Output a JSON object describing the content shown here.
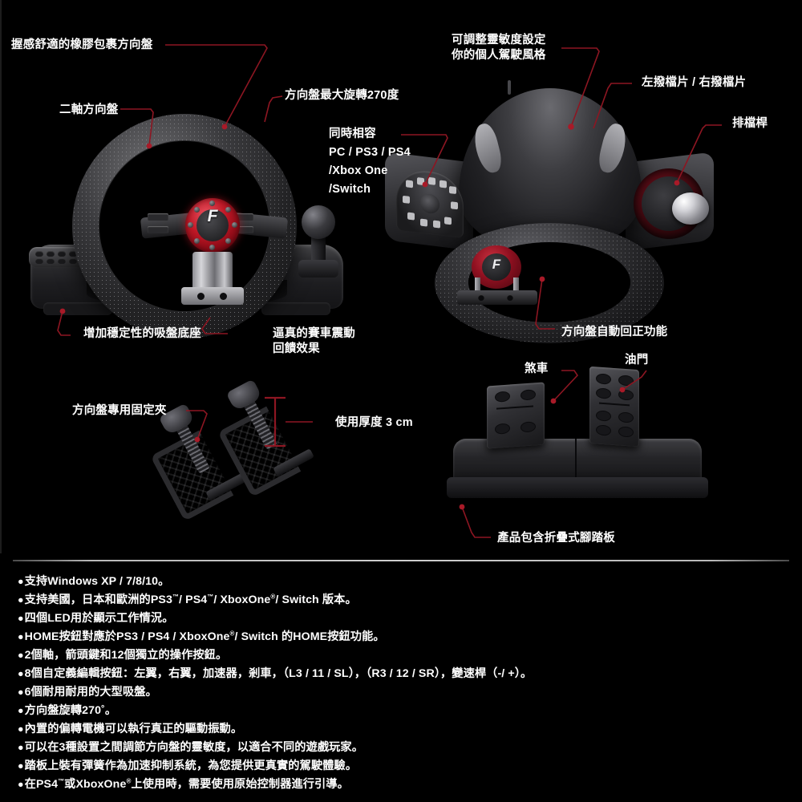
{
  "page": {
    "background_color": "#000000",
    "text_color": "#ffffff",
    "leader_line_color": "#8d1622",
    "accent_red": "#c01826"
  },
  "callouts": {
    "rubber_grip": "握感舒適的橡膠包裹方向盤",
    "two_axis": "二軸方向盤",
    "max_rotation": "方向盤最大旋轉270度",
    "compatibility_title": "同時相容",
    "compatibility_line1": "PC / PS3 / PS4",
    "compatibility_line2": "/Xbox One",
    "compatibility_line3": "/Switch",
    "sensitivity": "可調整靈敏度設定\n你的個人駕駛風格",
    "paddles": "左撥檔片 / 右撥檔片",
    "gear_lever": "排檔桿",
    "suction_base": "增加穩定性的吸盤底座",
    "vibration": "逼真的賽車震動\n回饋效果",
    "auto_center": "方向盤自動回正功能",
    "clamp": "方向盤專用固定夾",
    "thickness": "使用厚度 3 cm",
    "brake": "煞車",
    "accelerator": "油門",
    "folding_pedals": "產品包含折疊式腳踏板"
  },
  "brand_logo": "F",
  "specs": {
    "bullet_glyph": "●",
    "items": [
      {
        "parts": [
          {
            "t": "支持Windows XP / 7/8/10。"
          }
        ]
      },
      {
        "parts": [
          {
            "t": "支持美國，日本和歐洲的PS3"
          },
          {
            "sup": "™"
          },
          {
            "t": "/ PS4"
          },
          {
            "sup": "™"
          },
          {
            "t": "/ XboxOne"
          },
          {
            "sup": "®"
          },
          {
            "t": "/ Switch 版本。"
          }
        ]
      },
      {
        "parts": [
          {
            "t": "四個LED用於顯示工作情況。"
          }
        ]
      },
      {
        "parts": [
          {
            "t": "HOME按鈕對應於PS3 / PS4 / XboxOne"
          },
          {
            "sup": "®"
          },
          {
            "t": "/ Switch 的HOME按鈕功能。"
          }
        ]
      },
      {
        "parts": [
          {
            "t": "2個軸，箭頭鍵和12個獨立的操作按鈕。"
          }
        ]
      },
      {
        "parts": [
          {
            "t": "8個自定義編輯按鈕：左翼，右翼，加速器，剎車，（L3 / 11 / SL），（R3 / 12 / SR），變速桿（-/ +）。"
          }
        ]
      },
      {
        "parts": [
          {
            "t": "6個耐用耐用的大型吸盤。"
          }
        ]
      },
      {
        "parts": [
          {
            "t": "方向盤旋轉270˚。"
          }
        ]
      },
      {
        "parts": [
          {
            "t": "內置的偏轉電機可以執行真正的驅動振動。"
          }
        ]
      },
      {
        "parts": [
          {
            "t": "可以在3種設置之間調節方向盤的靈敏度，以適合不同的遊戲玩家。"
          }
        ]
      },
      {
        "parts": [
          {
            "t": "踏板上裝有彈簧作為加速抑制系統，為您提供更真實的駕駛體驗。"
          }
        ]
      },
      {
        "parts": [
          {
            "t": "在PS4"
          },
          {
            "sup": "™"
          },
          {
            "t": "或XboxOne"
          },
          {
            "sup": "®"
          },
          {
            "t": "上使用時，需要使用原始控制器進行引導。"
          }
        ]
      }
    ]
  }
}
